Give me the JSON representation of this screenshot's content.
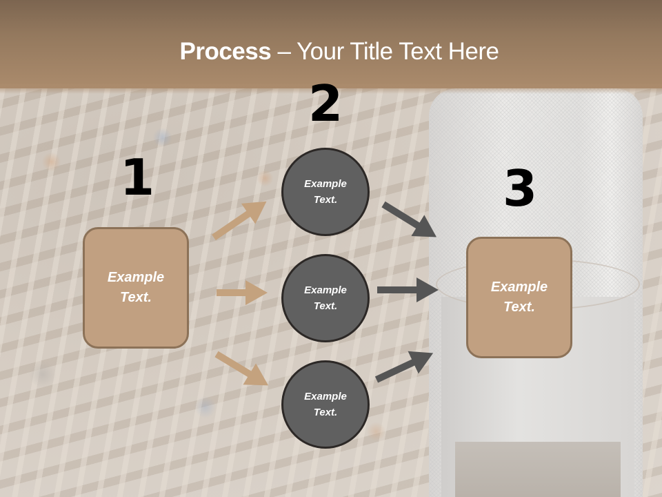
{
  "slide": {
    "title_bold": "Process",
    "title_rest": " – Your Title Text Here",
    "colors": {
      "header_top": "#7c6550",
      "header_bottom": "#ab8b6c",
      "box_fill": "#c1a081",
      "box_border": "#8c7258",
      "circle_fill": "#606060",
      "circle_border": "#2c2826",
      "arrow_tan": "#c4a27e",
      "arrow_dark": "#555555"
    }
  },
  "steps": [
    {
      "number": "1",
      "box_text": "Example Text."
    },
    {
      "number": "2",
      "circles": [
        {
          "text": "Example Text."
        },
        {
          "text": "Example Text."
        },
        {
          "text": "Example Text."
        }
      ]
    },
    {
      "number": "3",
      "box_text": "Example Text."
    }
  ]
}
